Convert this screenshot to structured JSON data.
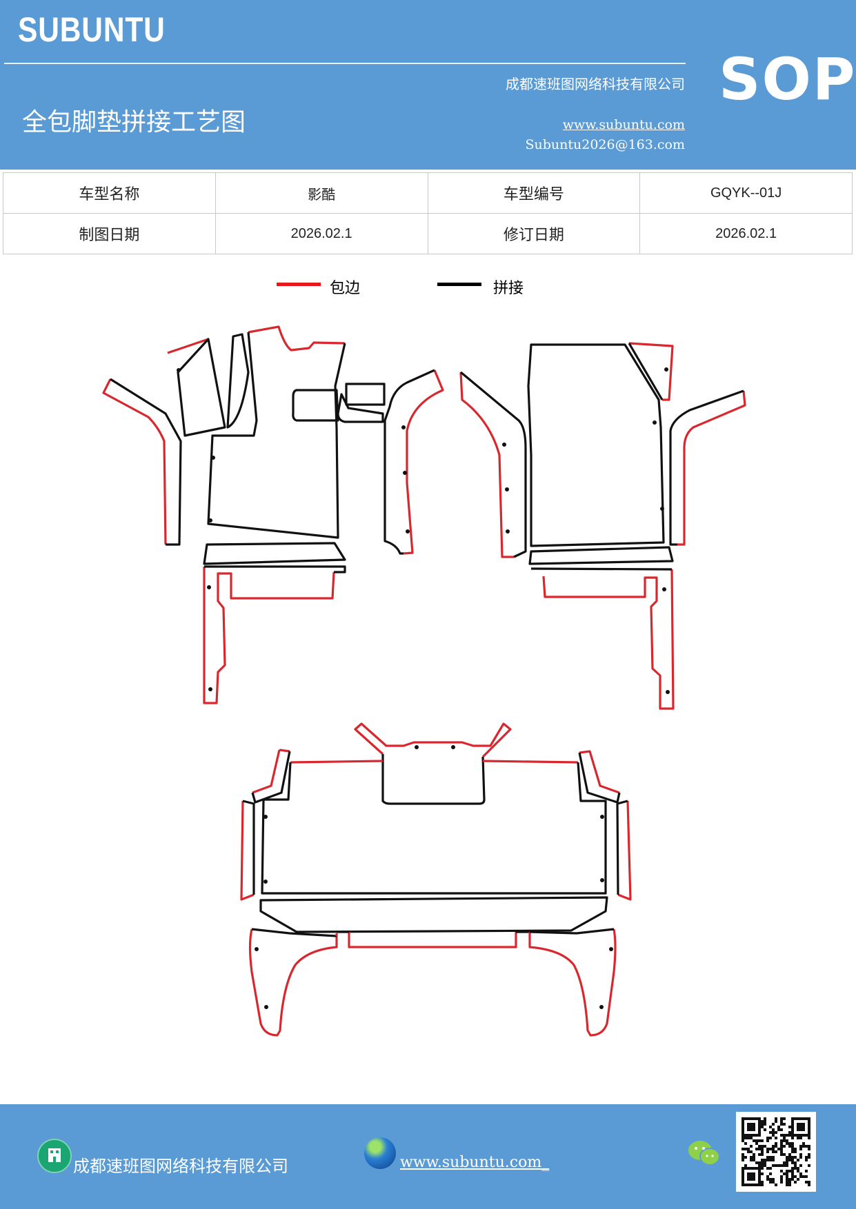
{
  "header": {
    "brand": "SUBUNTU",
    "badge": "SOP",
    "company": "成都速班图网络科技有限公司",
    "title": "全包脚垫拼接工艺图",
    "website": "www.subuntu.com",
    "email": "Subuntu2026@163.com"
  },
  "info_table": {
    "rows": [
      [
        "车型名称",
        "影酷",
        "车型编号",
        "GQYK--01J"
      ],
      [
        "制图日期",
        "2026.02.1",
        "修订日期",
        "2026.02.1"
      ]
    ]
  },
  "legend": {
    "items": [
      {
        "label": "包边",
        "color": "#e8161c"
      },
      {
        "label": "拼接",
        "color": "#000000"
      }
    ]
  },
  "drawing": {
    "edge_color": "#d9272e",
    "seam_color": "#111111"
  },
  "footer": {
    "company": "成都速班图网络科技有限公司",
    "website": "www.subuntu.com_",
    "icons": [
      "building-icon",
      "globe-icon",
      "wechat-icon",
      "qr-code"
    ]
  }
}
